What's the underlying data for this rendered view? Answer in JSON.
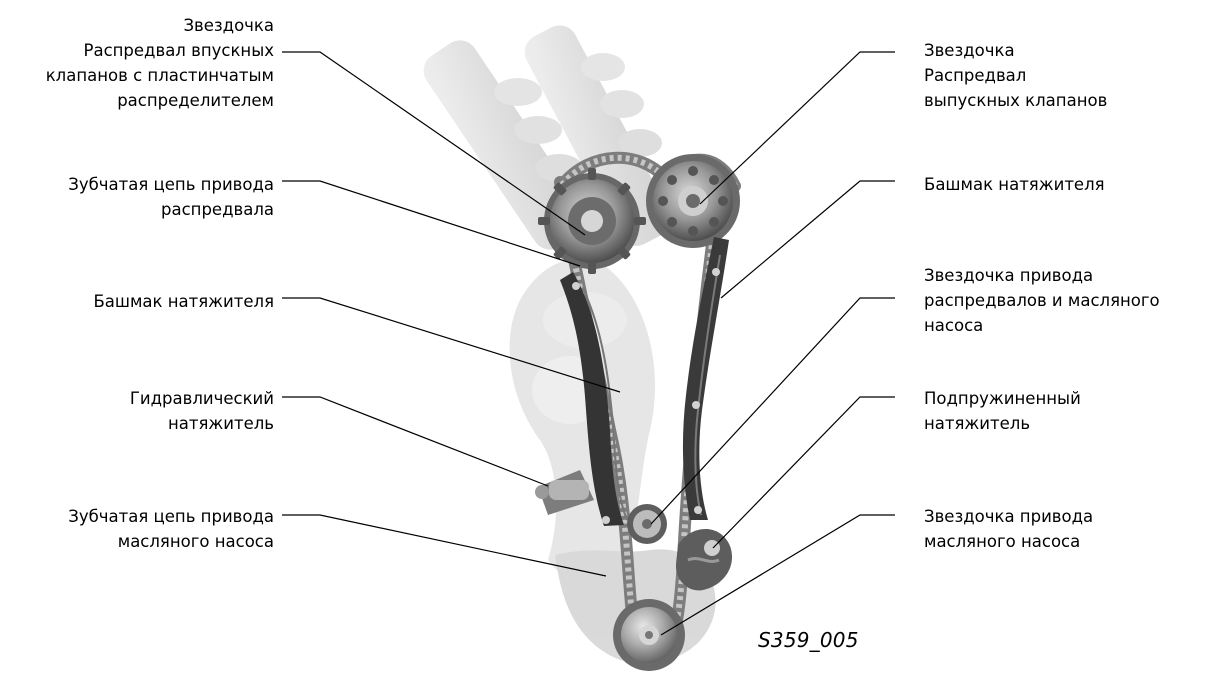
{
  "labels": {
    "intake_sprocket": "Звездочка\nРаспредвал впускных\nклапанов с пластинчатым\nраспределителем",
    "cam_chain": "Зубчатая цепь привода\nраспредвала",
    "tensioner_shoe_left": "Башмак натяжителя",
    "hydraulic_tensioner": "Гидравлический\nнатяжитель",
    "oil_pump_chain": "Зубчатая цепь привода\nмасляного насоса",
    "exhaust_sprocket": "Звездочка\nРаспредвал\nвыпускных клапанов",
    "tensioner_shoe_right": "Башмак натяжителя",
    "drive_sprocket": "Звездочка привода\nраспредвалов и масляного\nнасоса",
    "spring_tensioner": "Подпружиненный\nнатяжитель",
    "oil_pump_sprocket": "Звездочка привода\nмасляного насоса"
  },
  "figure_code": "S359_005",
  "colors": {
    "line": "#000000",
    "ghost": "#d7d7d7",
    "metal_dark": "#5d5d5d",
    "metal_mid": "#8f8f8f",
    "metal_light": "#c8c8c8",
    "guide": "#2f2f2f"
  }
}
